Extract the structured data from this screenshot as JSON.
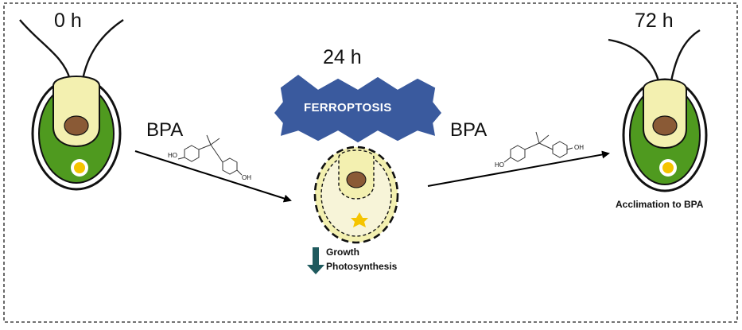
{
  "time_labels": {
    "start": "0 h",
    "middle": "24 h",
    "end": "72 h"
  },
  "treatment_label_left": "BPA",
  "treatment_label_right": "BPA",
  "burst_label": "FERROPTOSIS",
  "outcome_label": "Acclimation to BPA",
  "effects": {
    "line1": "Growth",
    "line2": "Photosynthesis"
  },
  "molecule_labels": {
    "oh": "HO",
    "oh2": "OH"
  },
  "colors": {
    "chloroplast_green": "#4f9a1f",
    "cytoplasm_yellow": "#f3f0b0",
    "nucleus_brown": "#8a5a36",
    "eyespot_yellow": "#f5c400",
    "burst_blue": "#3a5a9e",
    "arrow_teal": "#1f5a5e"
  }
}
